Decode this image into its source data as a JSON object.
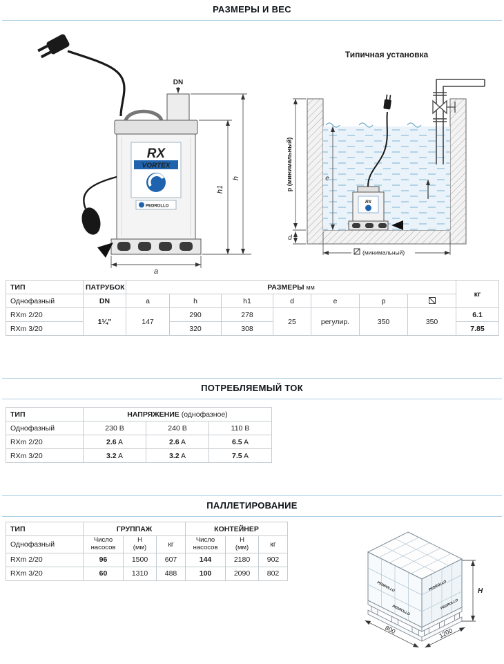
{
  "sections": {
    "dimensions_title": "РАЗМЕРЫ И ВЕС",
    "current_title": "ПОТРЕБЛЯЕМЫЙ ТОК",
    "pallet_title": "ПАЛЛЕТИРОВАНИЕ"
  },
  "pump_drawing": {
    "dn_label": "DN",
    "h_label": "h",
    "h1_label": "h1",
    "a_label": "a",
    "model": "RX",
    "series": "VORTEX",
    "brand": "PEDROLLO"
  },
  "installation_drawing": {
    "title": "Типичная установка",
    "p_label": "p (минимальный)",
    "e_label": "e",
    "d_label": "d",
    "min_square_label": "(минимальный)"
  },
  "pallet_drawing": {
    "width_label": "800",
    "length_label": "1200",
    "height_label": "H",
    "brand": "PEDROLLO"
  },
  "dims_table": {
    "col_tip": "ТИП",
    "col_patrubok": "ПАТРУБОК",
    "col_razmery": "РАЗМЕРЫ",
    "col_mm": "мм",
    "col_kg": "кг",
    "tip_value": "Однофазный",
    "col_dn": "DN",
    "col_a": "a",
    "col_h": "h",
    "col_h1": "h1",
    "col_d": "d",
    "col_e": "e",
    "col_p": "p",
    "dn_value": "1¼”",
    "a_value": "147",
    "d_value": "25",
    "e_value": "регулир.",
    "p_value": "350",
    "square_value": "350",
    "rows": [
      {
        "type": "RXm 2/20",
        "h": "290",
        "h1": "278",
        "kg": "6.1"
      },
      {
        "type": "RXm 3/20",
        "h": "320",
        "h1": "308",
        "kg": "7.85"
      }
    ]
  },
  "current_table": {
    "col_tip": "ТИП",
    "voltage_label": "НАПРЯЖЕНИЕ",
    "voltage_note": " (однофазное)",
    "tip_value": "Однофазный",
    "voltages": [
      "230 В",
      "240 В",
      "110 В"
    ],
    "rows": [
      {
        "type": "RXm 2/20",
        "v230": "2.6",
        "v240": "2.6",
        "v110": "6.5",
        "unit": "A"
      },
      {
        "type": "RXm 3/20",
        "v230": "3.2",
        "v240": "3.2",
        "v110": "7.5",
        "unit": "A"
      }
    ]
  },
  "pallet_table": {
    "col_tip": "ТИП",
    "col_group": "ГРУППАЖ",
    "col_container": "КОНТЕЙНЕР",
    "tip_value": "Однофазный",
    "sub_count_1": "Число",
    "sub_count_2": "насосов",
    "sub_h_1": "H",
    "sub_h_2": "(мм)",
    "sub_kg": "кг",
    "rows": [
      {
        "type": "RXm 2/20",
        "g_count": "96",
        "g_h": "1500",
        "g_kg": "607",
        "c_count": "144",
        "c_h": "2180",
        "c_kg": "902"
      },
      {
        "type": "RXm 3/20",
        "g_count": "60",
        "g_h": "1310",
        "g_kg": "488",
        "c_count": "100",
        "c_h": "2090",
        "c_kg": "802"
      }
    ]
  }
}
